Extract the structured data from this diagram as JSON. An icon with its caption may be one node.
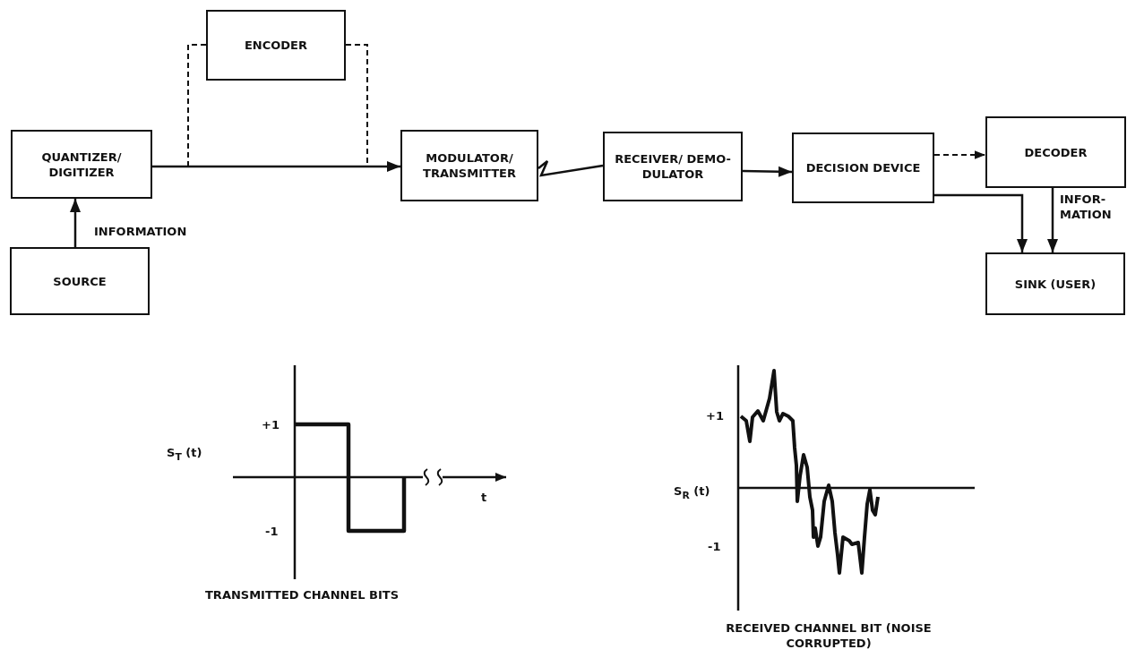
{
  "diagram": {
    "nodes": [
      {
        "text": [
          "ENCODER"
        ]
      },
      {
        "text": [
          "QUANTIZER/ DIGITIZER"
        ]
      },
      {
        "text": [
          "SOURCE"
        ]
      },
      {
        "text": [
          "MODULATOR/ TRANSMITTER"
        ]
      },
      {
        "text": [
          "RECEIVER/ DEMO- DULATOR"
        ]
      },
      {
        "text": [
          "DECISION DEVICE"
        ]
      },
      {
        "text": [
          "DECODER"
        ]
      },
      {
        "text": [
          "SINK (USER)"
        ]
      }
    ],
    "edges": [
      {
        "from": 2,
        "to": 1,
        "arrow": "to",
        "label": "INFORMATION"
      },
      {
        "from": 1,
        "to": 3,
        "arrow": "to"
      },
      {
        "from": 1,
        "to": 0,
        "arrow": "none",
        "style": "dashed"
      },
      {
        "from": 0,
        "to": 3,
        "arrow": "none",
        "style": "dashed"
      },
      {
        "from": 3,
        "to": 4,
        "arrow": "none"
      },
      {
        "from": 4,
        "to": 5,
        "arrow": "to"
      },
      {
        "from": 5,
        "to": 6,
        "arrow": "to",
        "style": "dashed"
      },
      {
        "from": 5,
        "to": 7,
        "arrow": "to"
      },
      {
        "from": 6,
        "to": 7,
        "arrow": "to",
        "label": "INFOR- MATION"
      }
    ],
    "labels": [
      "S$_{T}$ (t)",
      "+1",
      "-1",
      "t",
      "TRANSMITTED CHANNEL BITS",
      "+1",
      "S$_{R}$ (t)",
      "-1",
      "RECEIVED CHANNEL BIT (NOISE CORRUPTED)"
    ]
  }
}
